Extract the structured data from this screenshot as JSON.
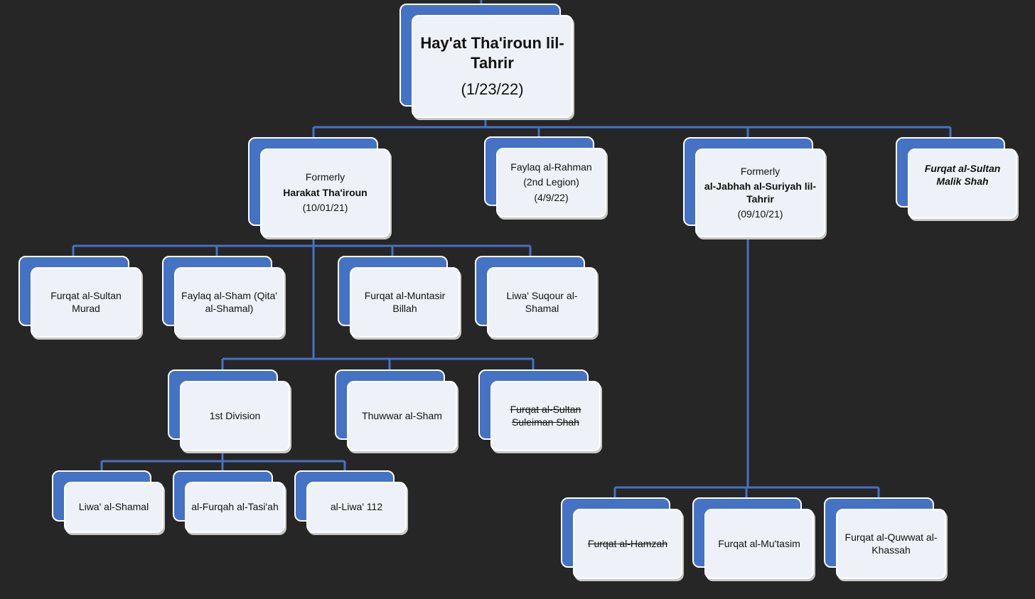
{
  "root": {
    "title": "Hay'at Tha'iroun lil-Tahrir",
    "date": "(1/23/22)"
  },
  "level1": {
    "harakat": {
      "prefix": "Formerly",
      "name": "Harakat Tha'iroun",
      "date": "(10/01/21)"
    },
    "faylaq_rahman": {
      "line1": "Faylaq al-Rahman",
      "line2": "(2nd Legion)",
      "date": "(4/9/22)"
    },
    "jabhah": {
      "prefix": "Formerly",
      "name": "al-Jabhah al-Suriyah lil-Tahrir",
      "date": "(09/10/21)"
    },
    "malik_shah": {
      "name": "Furqat al-Sultan Malik Shah"
    }
  },
  "harakat_children": [
    {
      "name": "Furqat al-Sultan Murad"
    },
    {
      "name": "Faylaq al-Sham (Qita' al-Shamal)"
    },
    {
      "name": "Furqat al-Muntasir Billah"
    },
    {
      "name": "Liwa' Suqour al-Shamal"
    }
  ],
  "harakat_lower": [
    {
      "name": "1st Division"
    },
    {
      "name": "Thuwwar al-Sham"
    },
    {
      "name": "Furqat al-Sultan Suleiman Shah",
      "struck": true
    }
  ],
  "division_children": [
    {
      "name": "Liwa' al-Shamal"
    },
    {
      "name": "al-Furqah al-Tasi'ah"
    },
    {
      "name": "al-Liwa' 112"
    }
  ],
  "jabhah_children": [
    {
      "name": "Furqat al-Hamzah",
      "struck": true
    },
    {
      "name": "Furqat al-Mu'tasim"
    },
    {
      "name": "Furqat al-Quwwat al-Khassah"
    }
  ],
  "colors": {
    "background": "#262626",
    "connector": "#4472c4",
    "back_card": "#4472c4",
    "front_card": "#eef2f8",
    "border": "#ffffff"
  }
}
